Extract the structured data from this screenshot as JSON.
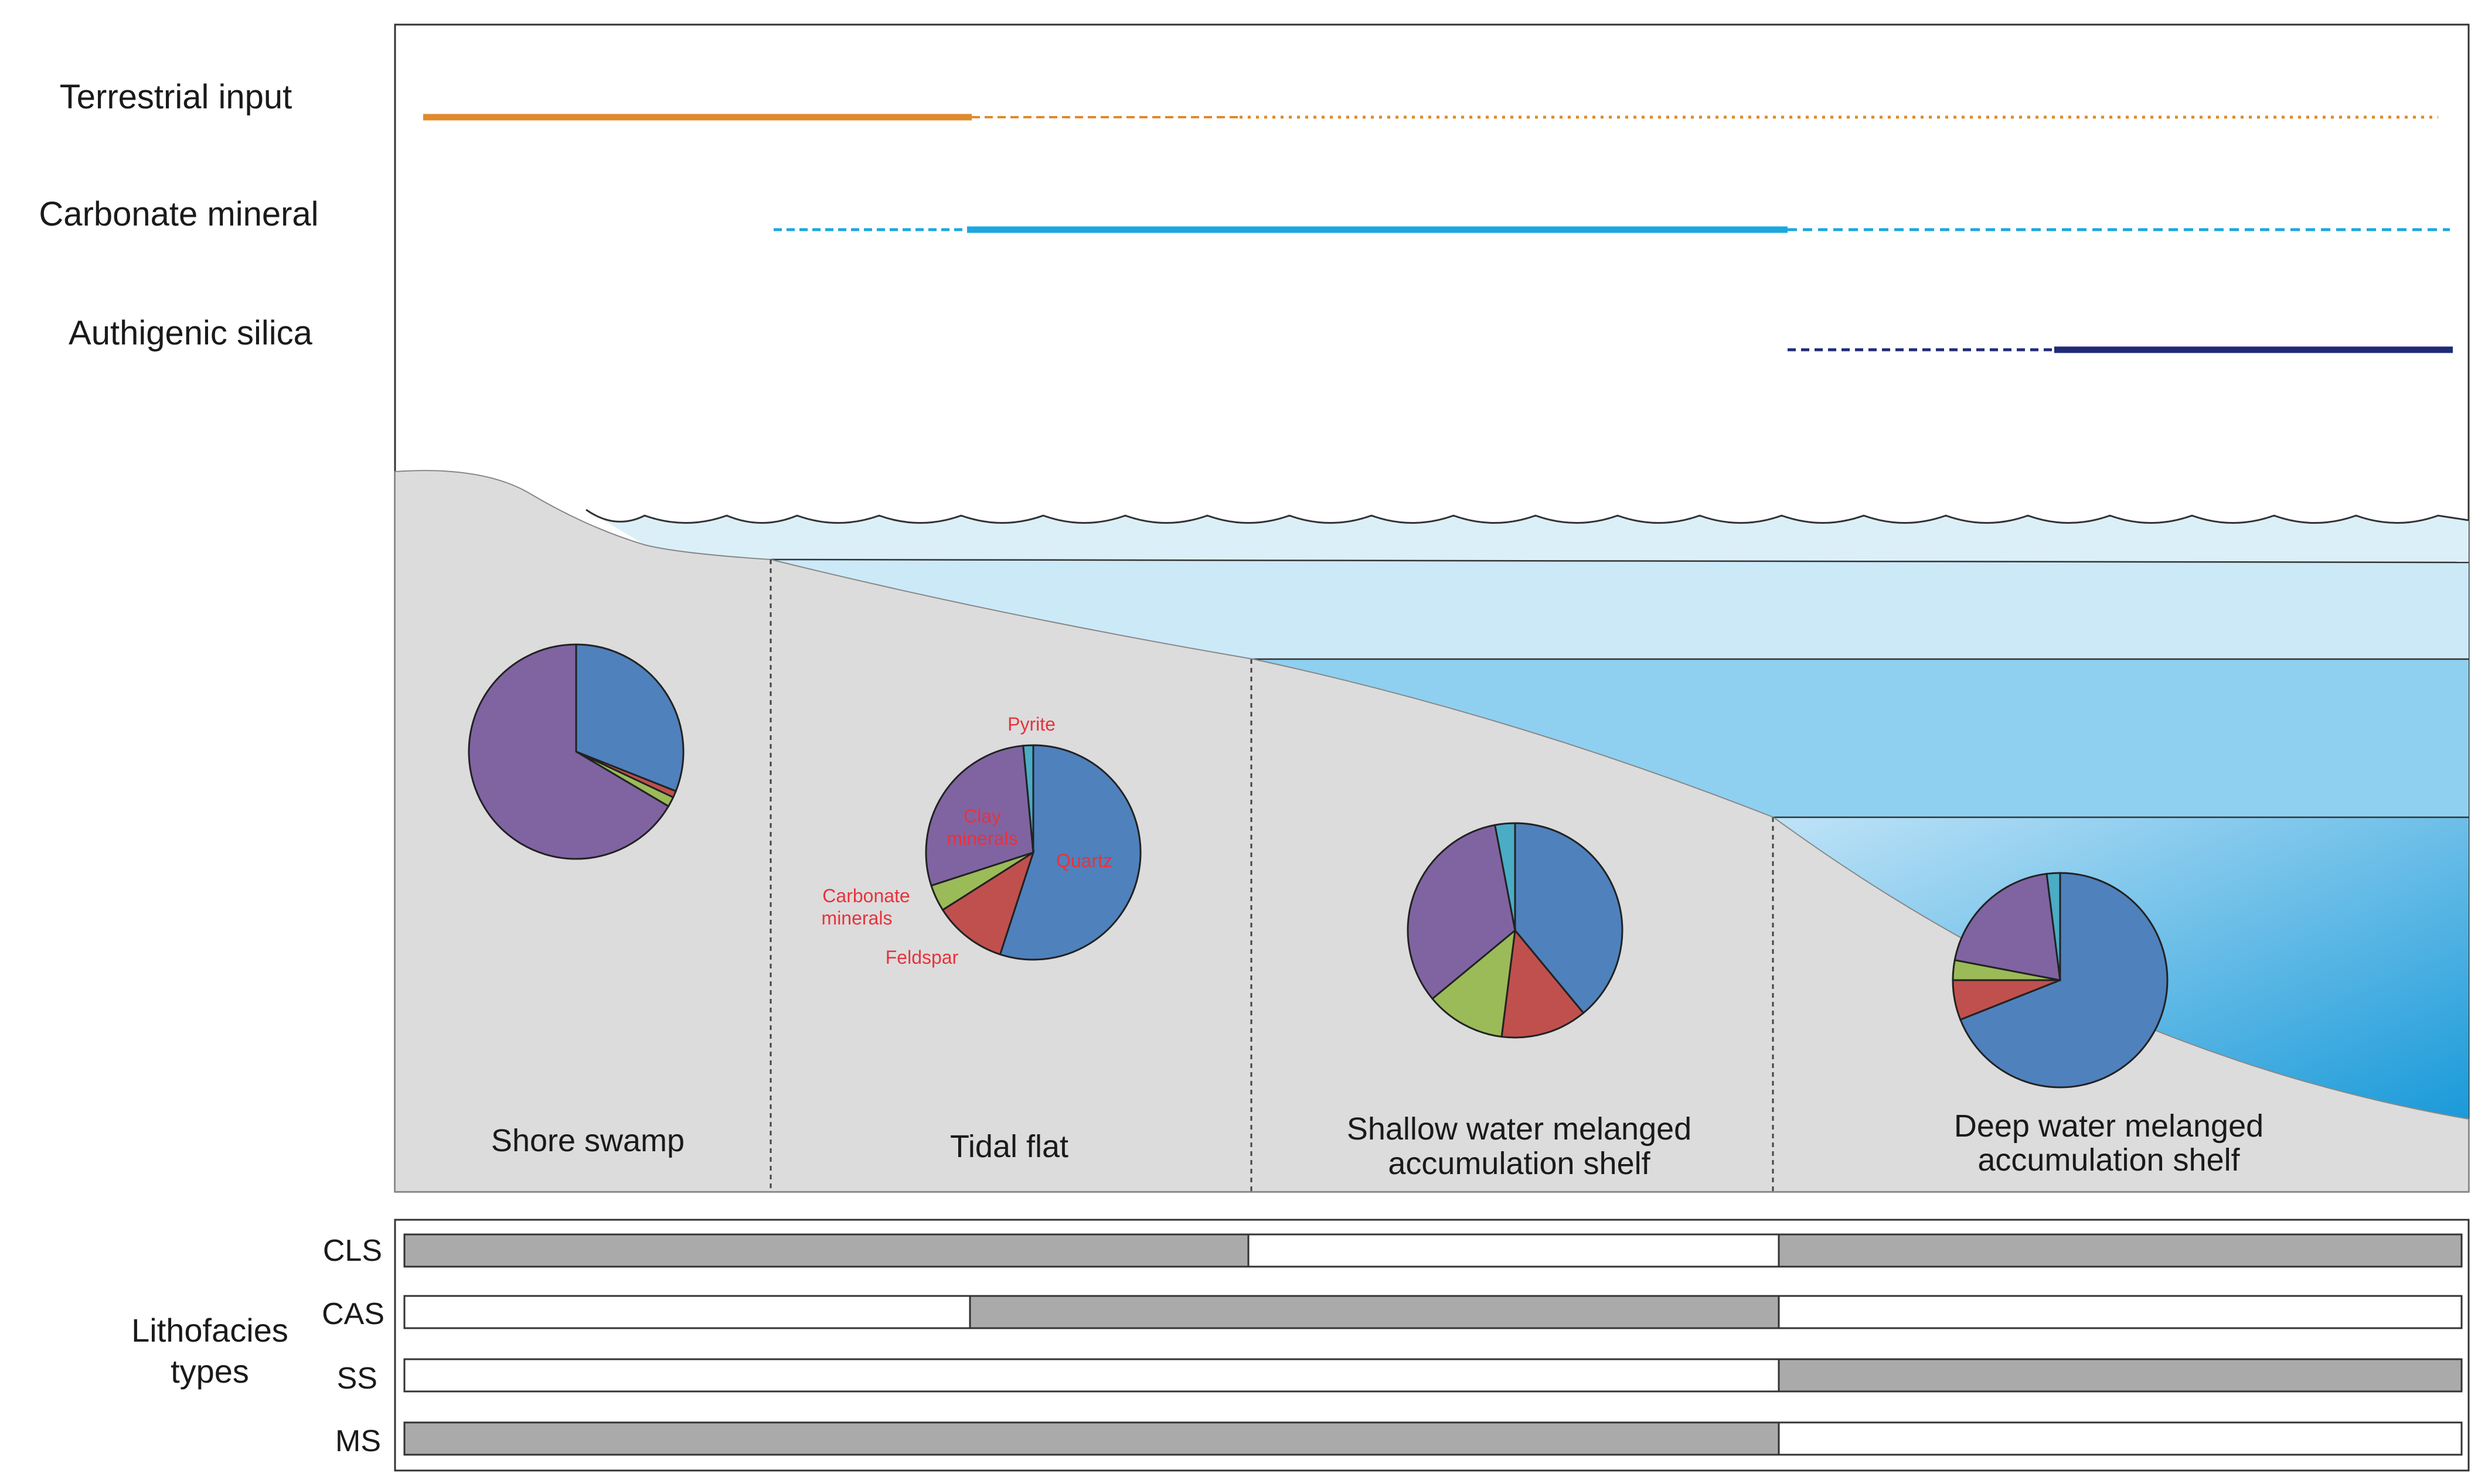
{
  "trend_lines": [
    {
      "label": "Terrestrial input",
      "color": "#e08a2c"
    },
    {
      "label": "Carbonate mineral",
      "color": "#1ba7e0"
    },
    {
      "label": "Authigenic silica",
      "color": "#1f2a78"
    }
  ],
  "zones": [
    {
      "label_lines": [
        "Shore swamp"
      ]
    },
    {
      "label_lines": [
        "Tidal flat"
      ]
    },
    {
      "label_lines": [
        "Shallow water melanged",
        "accumulation shelf"
      ]
    },
    {
      "label_lines": [
        "Deep water melanged",
        "accumulation shelf"
      ]
    }
  ],
  "mineral_colors": {
    "quartz": "#4f81bd",
    "feldspar": "#c0504d",
    "carbonate": "#9bbb59",
    "clay": "#8064a2",
    "pyrite": "#4bacc6"
  },
  "pie_labels": {
    "pyrite": "Pyrite",
    "clay_line1": "Clay",
    "clay_line2": "minerals",
    "quartz": "Quartz",
    "carbonate_line1": "Carbonate",
    "carbonate_line2": "minerals",
    "feldspar": "Feldspar"
  },
  "pies": [
    {
      "zone": "Shore swamp",
      "fractions": {
        "quartz": 0.31,
        "feldspar": 0.01,
        "carbonate": 0.015,
        "clay": 0.665,
        "pyrite": 0.0
      }
    },
    {
      "zone": "Tidal flat",
      "fractions": {
        "quartz": 0.55,
        "feldspar": 0.11,
        "carbonate": 0.04,
        "clay": 0.285,
        "pyrite": 0.015
      }
    },
    {
      "zone": "Shallow water melanged accumulation shelf",
      "fractions": {
        "quartz": 0.39,
        "feldspar": 0.13,
        "carbonate": 0.12,
        "clay": 0.33,
        "pyrite": 0.03
      }
    },
    {
      "zone": "Deep water melanged accumulation shelf",
      "fractions": {
        "quartz": 0.69,
        "feldspar": 0.06,
        "carbonate": 0.03,
        "clay": 0.2,
        "pyrite": 0.02
      }
    }
  ],
  "lithofacies": {
    "title_line1": "Lithofacies",
    "title_line2": "types",
    "rows": [
      {
        "label": "CLS",
        "present": [
          true,
          true,
          false,
          true
        ]
      },
      {
        "label": "CAS",
        "present": [
          false,
          true,
          true,
          false
        ]
      },
      {
        "label": "SS",
        "present": [
          false,
          false,
          false,
          true
        ]
      },
      {
        "label": "MS",
        "present": [
          true,
          true,
          true,
          false
        ]
      }
    ]
  }
}
